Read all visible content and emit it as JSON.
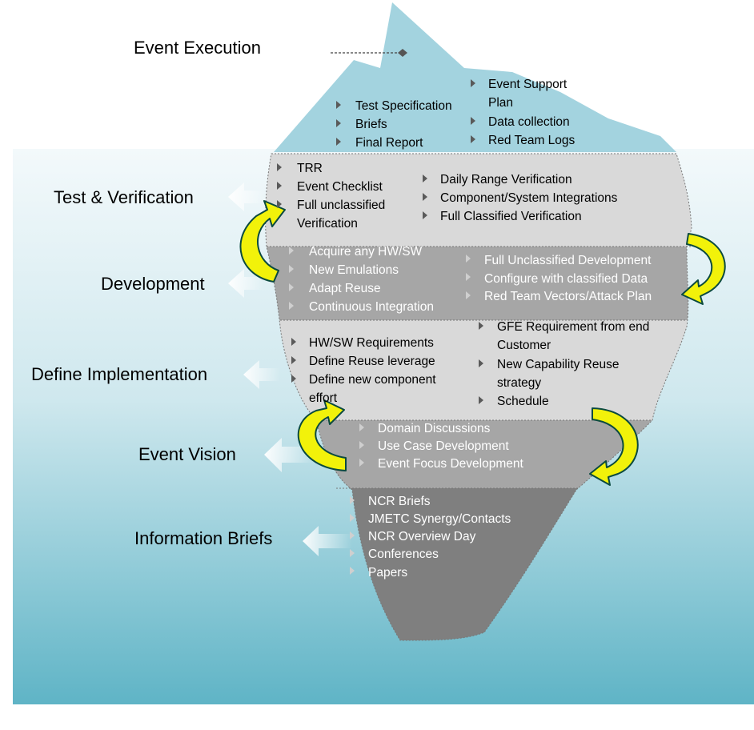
{
  "colors": {
    "sky": "#ffffff",
    "water_top": "#f3f9fb",
    "water_bottom": "#5fb4c6",
    "tip": "#a3d3df",
    "band_light": "#d9d9d9",
    "band_dark": "#a6a6a6",
    "band_bottom": "#7f7f7f",
    "arrow_yellow": "#f2f20a",
    "arrow_outline": "#0b4a3f"
  },
  "layers": [
    {
      "label": "Event Execution",
      "columns": [
        [
          "Test Specification",
          "Briefs",
          "Final Report"
        ],
        [
          "Event Support",
          "Plan",
          "Data collection",
          "Red Team Logs"
        ]
      ]
    },
    {
      "label": "Test & Verification",
      "columns": [
        [
          "TRR",
          "Event Checklist",
          "Full unclassified",
          "Verification"
        ],
        [
          "Daily Range Verification",
          "Component/System Integrations",
          "Full Classified Verification"
        ]
      ]
    },
    {
      "label": "Development",
      "columns": [
        [
          "Acquire any HW/SW",
          "New Emulations",
          "Adapt Reuse",
          "Continuous Integration"
        ],
        [
          "Full Unclassified Development",
          "Configure with  classified Data",
          "Red Team Vectors/Attack Plan"
        ]
      ]
    },
    {
      "label": "Define Implementation",
      "columns": [
        [
          "HW/SW Requirements",
          "Define Reuse leverage",
          "Define new component",
          "effort"
        ],
        [
          "GFE Requirement from end",
          "Customer",
          "New Capability Reuse",
          "strategy",
          "Schedule"
        ]
      ]
    },
    {
      "label": "Event Vision",
      "columns": [
        [
          "Domain Discussions",
          "Use Case Development",
          "Event Focus Development"
        ]
      ]
    },
    {
      "label": "Information Briefs",
      "columns": [
        [
          "NCR Briefs",
          "JMETC Synergy/Contacts",
          "NCR Overview Day",
          "Conferences",
          "Papers"
        ]
      ]
    }
  ]
}
